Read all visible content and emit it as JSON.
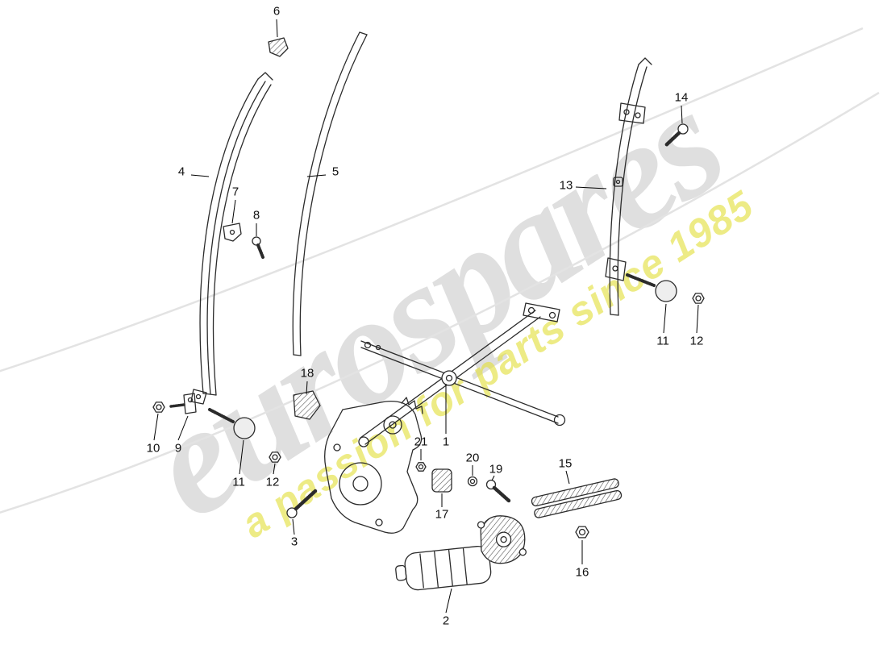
{
  "watermark": {
    "brand": "eurospares",
    "tagline": "a passion for parts since 1985",
    "brand_color": "#b2b2b2",
    "tagline_color": "#e2df3a"
  },
  "labels": [
    "6",
    "4",
    "5",
    "7",
    "8",
    "14",
    "13",
    "11",
    "12",
    "10",
    "9",
    "11",
    "12",
    "18",
    "1",
    "21",
    "20",
    "19",
    "17",
    "15",
    "16",
    "3",
    "2"
  ]
}
